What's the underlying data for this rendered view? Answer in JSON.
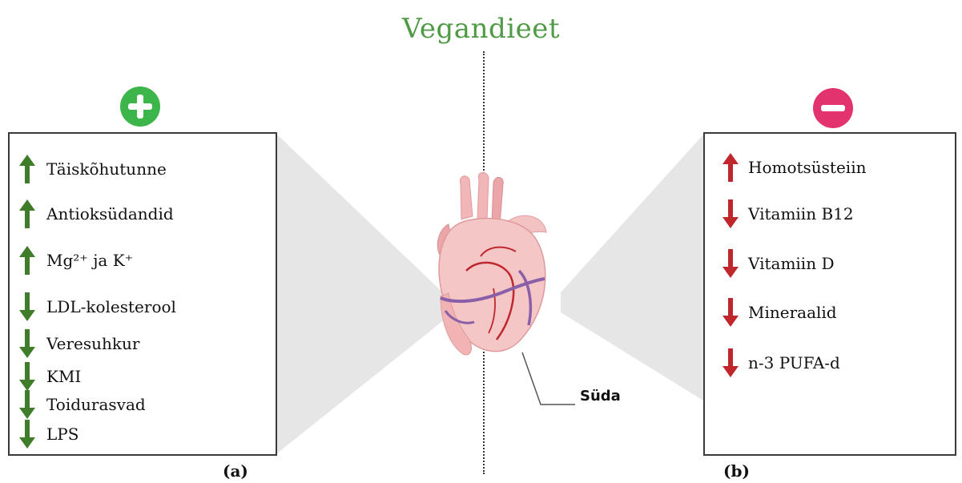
{
  "title": "Vegandieet",
  "colors": {
    "up_arrow": "#3f7d2a",
    "down_arrow_left": "#3f7d2a",
    "down_arrow_right": "#c0272d",
    "plus_badge": "#3cb54a",
    "minus_badge": "#e3336f",
    "title": "#4f9a45"
  },
  "left_panel": {
    "badge": "plus",
    "caption": "(a)",
    "items": [
      {
        "label": "Täiskõhutunne",
        "direction": "up"
      },
      {
        "label": "Antioksüdandid",
        "direction": "up"
      },
      {
        "label": "Mg²⁺ ja K⁺",
        "direction": "up"
      },
      {
        "label": "LDL-kolesterool",
        "direction": "down"
      },
      {
        "label": "Veresuhkur",
        "direction": "down"
      },
      {
        "label": "KMI",
        "direction": "down"
      },
      {
        "label": "Toidurasvad",
        "direction": "down"
      },
      {
        "label": "LPS",
        "direction": "down"
      }
    ]
  },
  "right_panel": {
    "badge": "minus",
    "caption": "(b)",
    "items": [
      {
        "label": "Homotsüsteiin",
        "direction": "up"
      },
      {
        "label": "Vitamiin B12",
        "direction": "down"
      },
      {
        "label": "Vitamiin D",
        "direction": "down"
      },
      {
        "label": "Mineraalid",
        "direction": "down"
      },
      {
        "label": "n-3 PUFA-d",
        "direction": "down"
      }
    ]
  },
  "heart_label": "Süda"
}
